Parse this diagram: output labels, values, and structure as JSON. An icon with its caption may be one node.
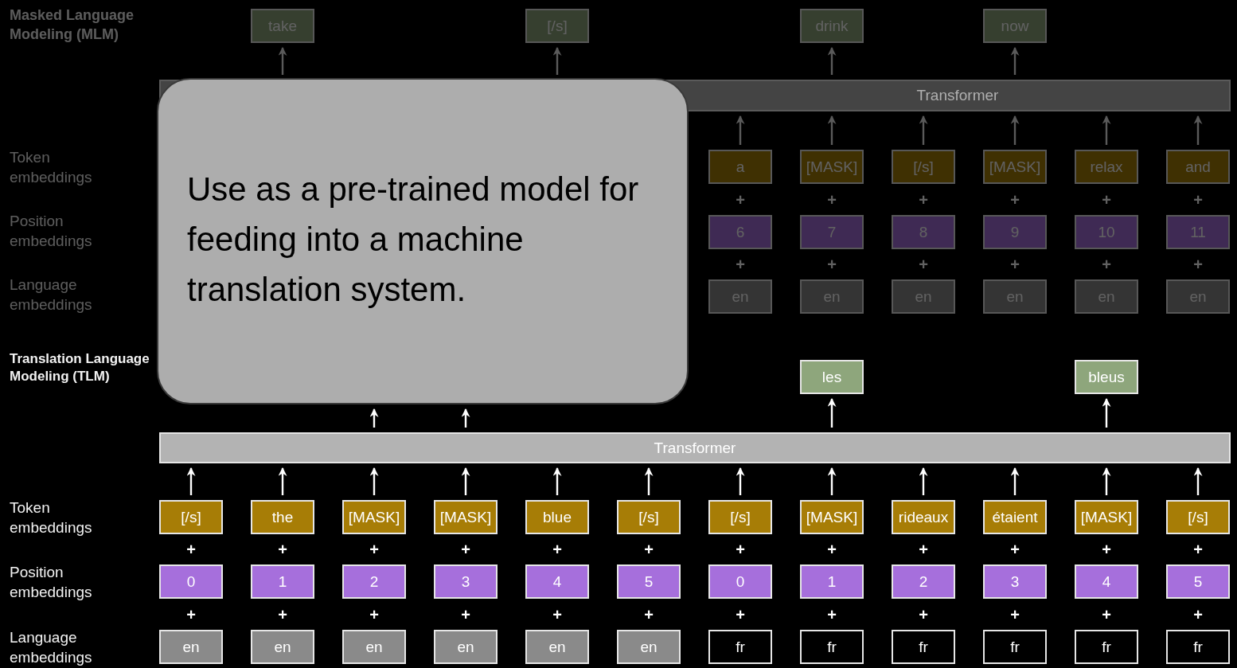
{
  "diagram": {
    "nodes": [
      {
        "text": [
          "take"
        ]
      },
      {
        "text": [
          "[/s]"
        ]
      },
      {
        "text": [
          "drink"
        ]
      },
      {
        "text": [
          "now"
        ]
      },
      {
        "text": [
          "Transformer"
        ]
      },
      {
        "text": [
          "Use as a pre-trained model for feeding into a machine translation system."
        ]
      },
      {
        "text": [
          "a"
        ]
      },
      {
        "text": [
          "[MASK]"
        ]
      },
      {
        "text": [
          "[/s]"
        ]
      },
      {
        "text": [
          "[MASK]"
        ]
      },
      {
        "text": [
          "relax"
        ]
      },
      {
        "text": [
          "and"
        ]
      },
      {
        "text": [
          "6"
        ]
      },
      {
        "text": [
          "7"
        ]
      },
      {
        "text": [
          "8"
        ]
      },
      {
        "text": [
          "9"
        ]
      },
      {
        "text": [
          "10"
        ]
      },
      {
        "text": [
          "11"
        ]
      },
      {
        "text": [
          "en"
        ]
      },
      {
        "text": [
          "en"
        ]
      },
      {
        "text": [
          "en"
        ]
      },
      {
        "text": [
          "en"
        ]
      },
      {
        "text": [
          "en"
        ]
      },
      {
        "text": [
          "en"
        ]
      },
      {
        "text": [
          "les"
        ]
      },
      {
        "text": [
          "bleus"
        ]
      },
      {
        "text": [
          "Transformer"
        ]
      },
      {
        "text": [
          "[/s]"
        ]
      },
      {
        "text": [
          "the"
        ]
      },
      {
        "text": [
          "[MASK]"
        ]
      },
      {
        "text": [
          "[MASK]"
        ]
      },
      {
        "text": [
          "blue"
        ]
      },
      {
        "text": [
          "[/s]"
        ]
      },
      {
        "text": [
          "[/s]"
        ]
      },
      {
        "text": [
          "[MASK]"
        ]
      },
      {
        "text": [
          "rideaux"
        ]
      },
      {
        "text": [
          "étaient"
        ]
      },
      {
        "text": [
          "[MASK]"
        ]
      },
      {
        "text": [
          "[/s]"
        ]
      },
      {
        "text": [
          "0"
        ]
      },
      {
        "text": [
          "1"
        ]
      },
      {
        "text": [
          "2"
        ]
      },
      {
        "text": [
          "3"
        ]
      },
      {
        "text": [
          "4"
        ]
      },
      {
        "text": [
          "5"
        ]
      },
      {
        "text": [
          "0"
        ]
      },
      {
        "text": [
          "1"
        ]
      },
      {
        "text": [
          "2"
        ]
      },
      {
        "text": [
          "3"
        ]
      },
      {
        "text": [
          "4"
        ]
      },
      {
        "text": [
          "5"
        ]
      },
      {
        "text": [
          "en"
        ]
      },
      {
        "text": [
          "en"
        ]
      },
      {
        "text": [
          "en"
        ]
      },
      {
        "text": [
          "en"
        ]
      },
      {
        "text": [
          "en"
        ]
      },
      {
        "text": [
          "en"
        ]
      },
      {
        "text": [
          "fr"
        ]
      },
      {
        "text": [
          "fr"
        ]
      },
      {
        "text": [
          "fr"
        ]
      },
      {
        "text": [
          "fr"
        ]
      },
      {
        "text": [
          "fr"
        ]
      },
      {
        "text": [
          "fr"
        ]
      }
    ],
    "edges": [
      {
        "from": 4,
        "to": 0,
        "arrow": "to",
        "color": "#5a5a5a"
      },
      {
        "from": 4,
        "to": 1,
        "arrow": "to",
        "color": "#5a5a5a"
      },
      {
        "from": 4,
        "to": 2,
        "arrow": "to",
        "color": "#5a5a5a"
      },
      {
        "from": 4,
        "to": 3,
        "arrow": "to",
        "color": "#5a5a5a"
      },
      {
        "from": 6,
        "to": 4,
        "arrow": "to",
        "color": "#5a5a5a"
      },
      {
        "from": 7,
        "to": 4,
        "arrow": "to",
        "color": "#5a5a5a"
      },
      {
        "from": 8,
        "to": 4,
        "arrow": "to",
        "color": "#5a5a5a"
      },
      {
        "from": 9,
        "to": 4,
        "arrow": "to",
        "color": "#5a5a5a"
      },
      {
        "from": 10,
        "to": 4,
        "arrow": "to",
        "color": "#5a5a5a"
      },
      {
        "from": 11,
        "to": 4,
        "arrow": "to",
        "color": "#5a5a5a"
      },
      {
        "from": 26,
        "to": 5,
        "arrow": "to"
      },
      {
        "from": 26,
        "to": 5,
        "arrow": "to"
      },
      {
        "from": 26,
        "to": 24,
        "arrow": "to"
      },
      {
        "from": 26,
        "to": 25,
        "arrow": "to"
      },
      {
        "from": 27,
        "to": 26,
        "arrow": "to"
      },
      {
        "from": 28,
        "to": 26,
        "arrow": "to"
      },
      {
        "from": 29,
        "to": 26,
        "arrow": "to"
      },
      {
        "from": 30,
        "to": 26,
        "arrow": "to"
      },
      {
        "from": 31,
        "to": 26,
        "arrow": "to"
      },
      {
        "from": 32,
        "to": 26,
        "arrow": "to"
      },
      {
        "from": 33,
        "to": 26,
        "arrow": "to"
      },
      {
        "from": 34,
        "to": 26,
        "arrow": "to"
      },
      {
        "from": 35,
        "to": 26,
        "arrow": "to"
      },
      {
        "from": 36,
        "to": 26,
        "arrow": "to"
      },
      {
        "from": 37,
        "to": 26,
        "arrow": "to"
      },
      {
        "from": 38,
        "to": 26,
        "arrow": "to"
      }
    ],
    "labels": [
      "Masked Language Modeling (MLM)",
      "Token embeddings",
      "Position embeddings",
      "Language embeddings",
      "Translation Language Modeling (TLM)",
      "Token embeddings",
      "Position embeddings",
      "Language embeddings",
      "+",
      "+",
      "+",
      "+",
      "+",
      "+",
      "+",
      "+",
      "+",
      "+",
      "+",
      "+",
      "+",
      "+",
      "+",
      "+",
      "+",
      "+",
      "+",
      "+",
      "+",
      "+",
      "+",
      "+",
      "+",
      "+",
      "+",
      "+",
      "+",
      "+",
      "+",
      "+",
      "+",
      "+",
      "+",
      "+"
    ]
  }
}
